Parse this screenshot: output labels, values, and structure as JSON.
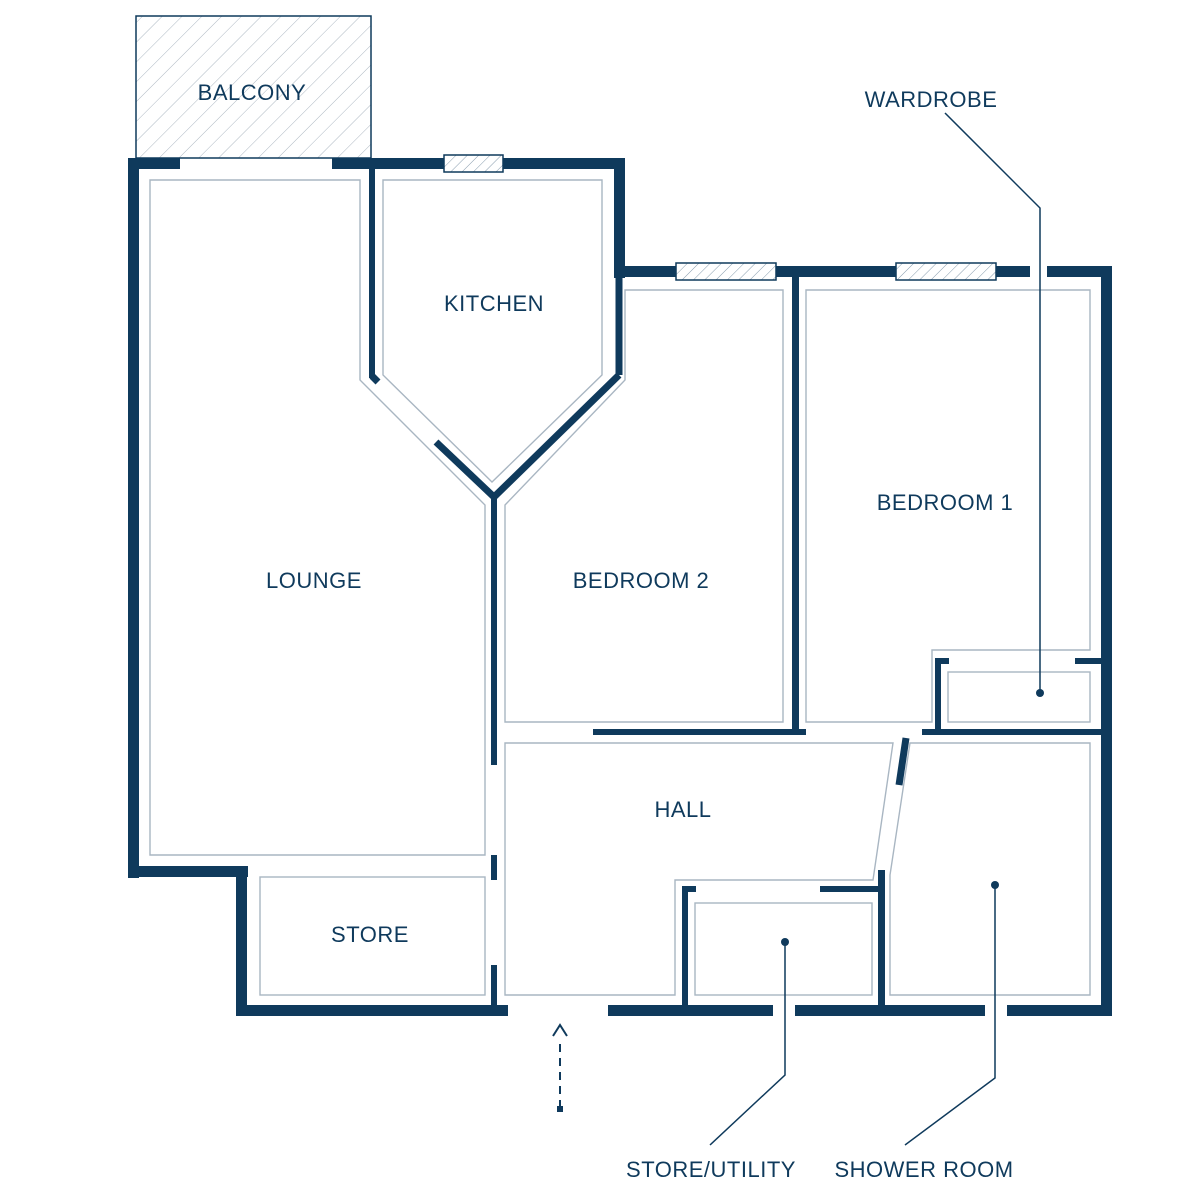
{
  "rooms": {
    "balcony": "BALCONY",
    "kitchen": "KITCHEN",
    "lounge": "LOUNGE",
    "bedroom2": "BEDROOM 2",
    "bedroom1": "BEDROOM 1",
    "hall": "HALL",
    "store": "STORE"
  },
  "callouts": {
    "wardrobe": "WARDROBE",
    "store_utility": "STORE/UTILITY",
    "shower_room": "SHOWER ROOM"
  },
  "colors": {
    "wall": "#0f3a5c",
    "inner_line": "#a9b6c2",
    "background": "#ffffff"
  }
}
